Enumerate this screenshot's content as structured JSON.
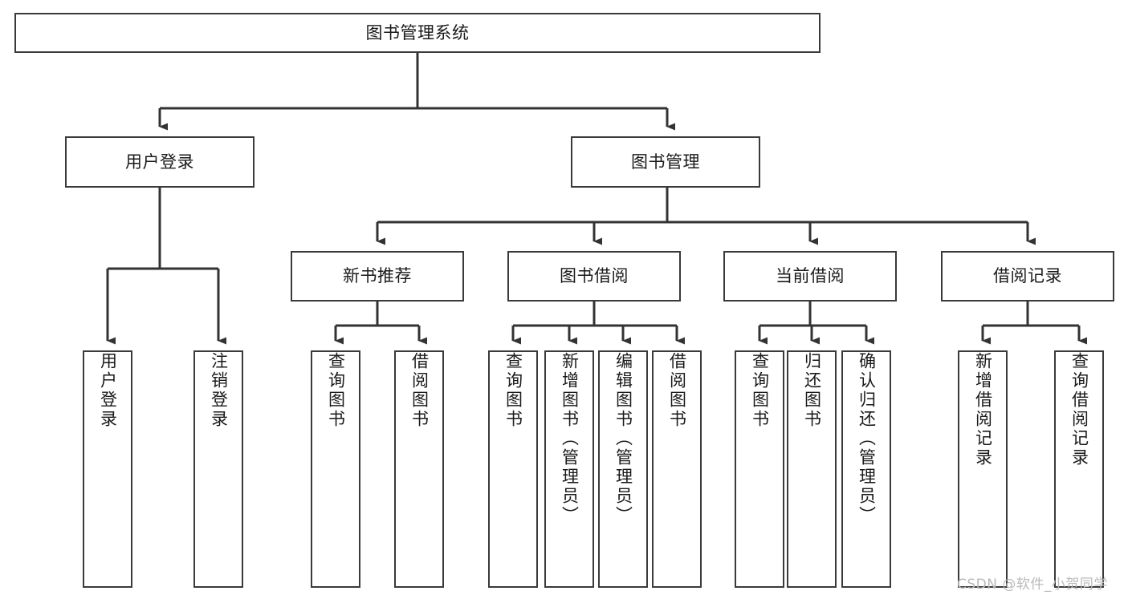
{
  "diagram": {
    "title": "图书管理系统",
    "type": "hierarchy-tree",
    "watermark": "CSDN @软件_小贺同学",
    "colors": {
      "box_border": "#3a3a3a",
      "box_fill": "#ffffff",
      "connector": "#333333",
      "text": "#1a1a1a",
      "watermark": "#b9b9b9",
      "background": "#ffffff"
    },
    "root": {
      "label": "图书管理系统"
    },
    "level2": [
      {
        "label": "用户登录"
      },
      {
        "label": "图书管理"
      }
    ],
    "level3": [
      {
        "label": "新书推荐"
      },
      {
        "label": "图书借阅"
      },
      {
        "label": "当前借阅"
      },
      {
        "label": "借阅记录"
      }
    ],
    "leaves": {
      "user_login": [
        {
          "label": "用户登录"
        },
        {
          "label": "注销登录"
        }
      ],
      "new_book_recommend": [
        {
          "label": "查询图书"
        },
        {
          "label": "借阅图书"
        }
      ],
      "book_borrow": [
        {
          "label": "查询图书"
        },
        {
          "label": "新增图书（管理员）"
        },
        {
          "label": "编辑图书（管理员）"
        },
        {
          "label": "借阅图书"
        }
      ],
      "current_borrow": [
        {
          "label": "查询图书"
        },
        {
          "label": "归还图书"
        },
        {
          "label": "确认归还（管理员）"
        }
      ],
      "borrow_record": [
        {
          "label": "新增借阅记录"
        },
        {
          "label": "查询借阅记录"
        }
      ]
    }
  }
}
